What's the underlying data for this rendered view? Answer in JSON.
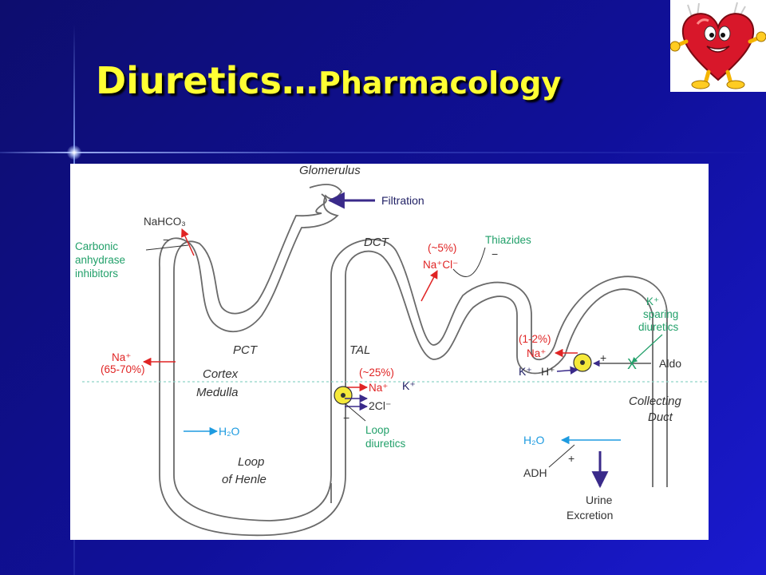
{
  "slide": {
    "title_main": "Diuretics…",
    "title_sub": "Pharmacology"
  },
  "logo": {
    "icon": "heart-mascot-icon"
  },
  "diagram": {
    "labels": {
      "glomerulus": "Glomerulus",
      "filtration": "Filtration",
      "nahco3": "NaHCO₃",
      "carbonic_1": "Carbonic",
      "carbonic_2": "anhydrase",
      "carbonic_3": "inhibitors",
      "dct": "DCT",
      "thiazides": "Thiazides",
      "pct_pct": "(~5%)",
      "nacl": "Na⁺Cl⁻",
      "na_pct": "Na⁺",
      "na_pct_pct": "(65-70%)",
      "pct": "PCT",
      "tal": "TAL",
      "cortex": "Cortex",
      "medulla": "Medulla",
      "tal_pct": "(~25%)",
      "tal_na": "Na⁺",
      "tal_k": "K⁺",
      "tal_2cl": "2Cl⁻",
      "loop_diuretics_1": "Loop",
      "loop_diuretics_2": "diuretics",
      "h2o_loop": "H₂O",
      "loop_1": "Loop",
      "loop_2": "of Henle",
      "k_sparing_1": "K⁺",
      "k_sparing_2": "sparing",
      "k_sparing_3": "diuretics",
      "cd_pct": "(1-2%)",
      "cd_na": "Na⁺",
      "cd_k": "K⁺",
      "cd_h": "H⁺",
      "plus_cd": "+",
      "x_mark": "X",
      "aldo": "Aldo",
      "collecting_1": "Collecting",
      "collecting_2": "Duct",
      "h2o_cd": "H₂O",
      "plus_adh": "+",
      "adh": "ADH",
      "urine_1": "Urine",
      "urine_2": "Excretion",
      "minus_carbonic": "−",
      "minus_thiazide": "−",
      "minus_loop": "−"
    }
  }
}
